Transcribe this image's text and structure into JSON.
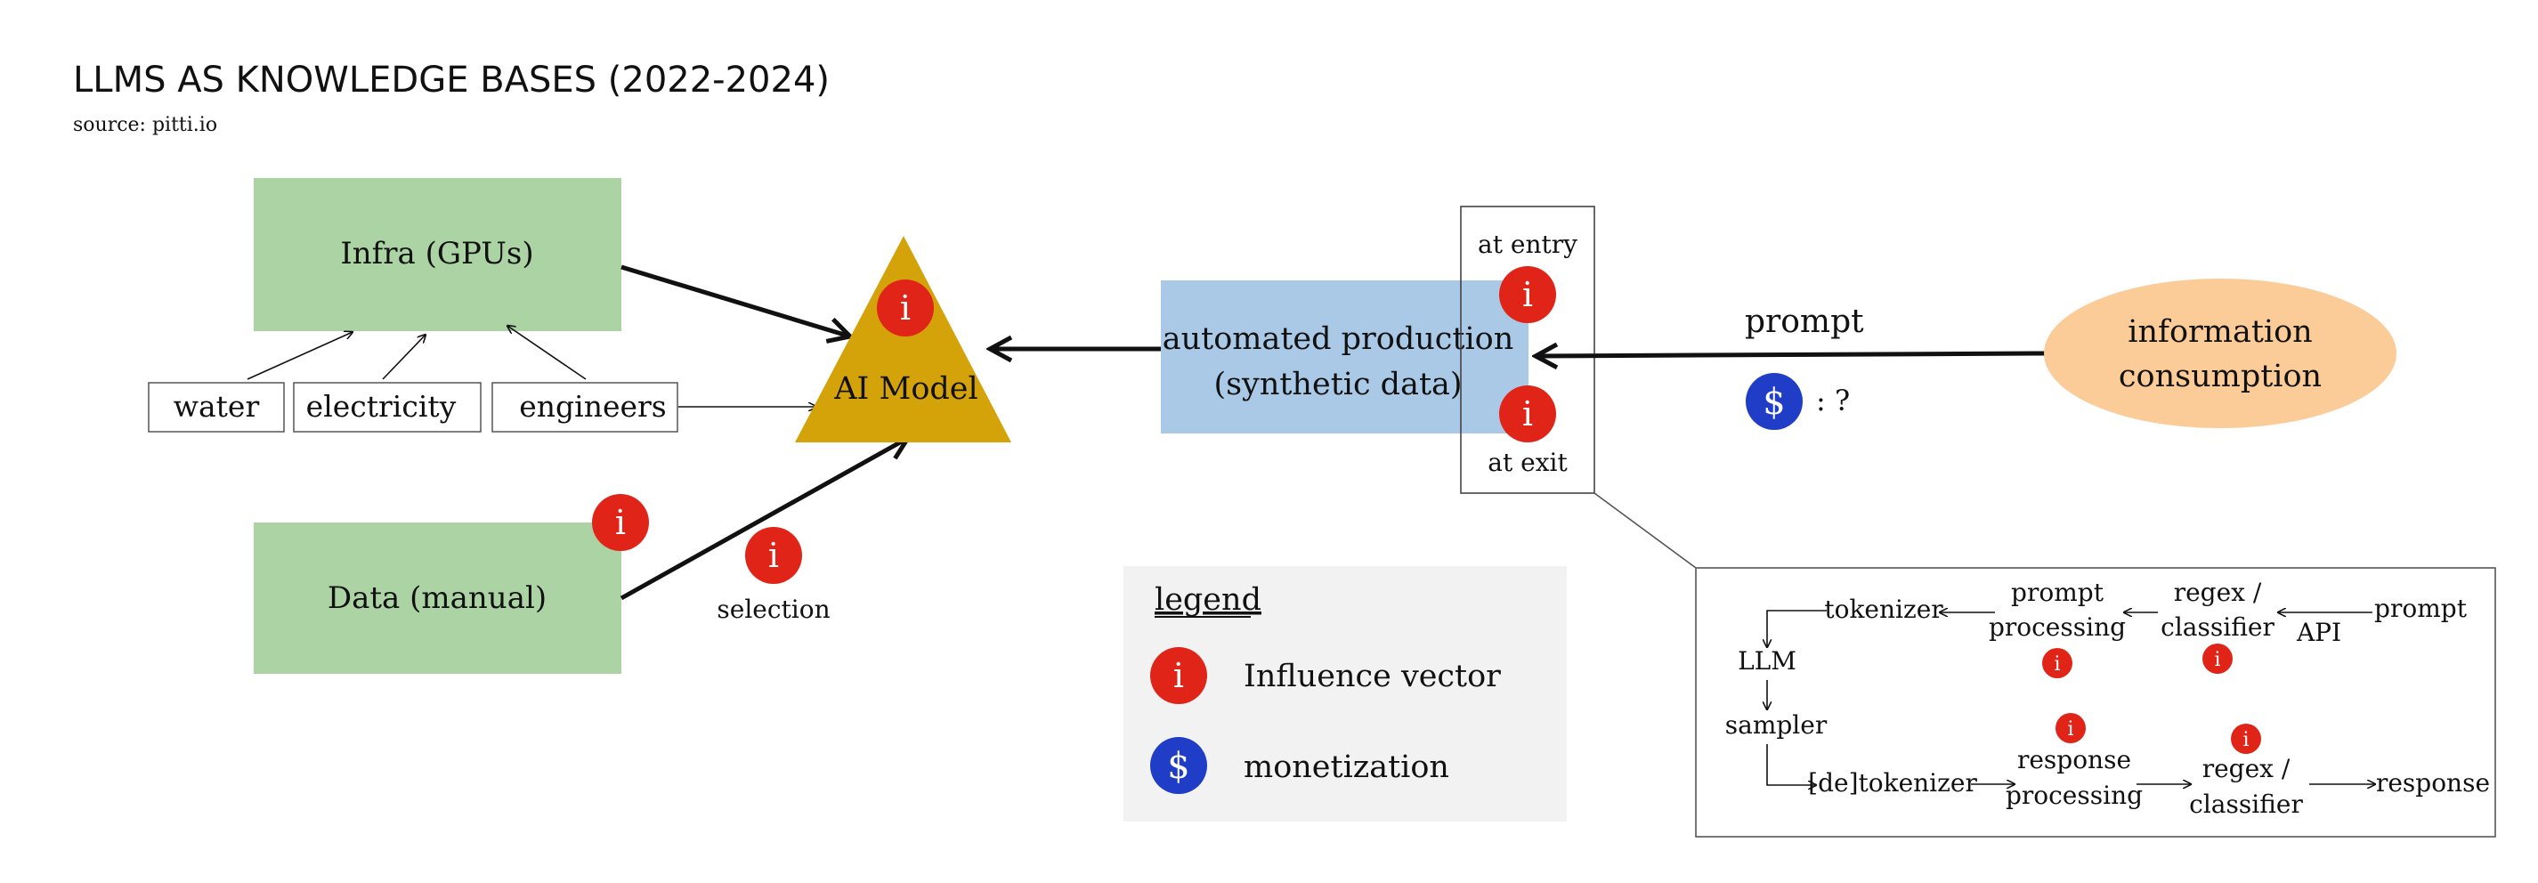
{
  "title": "LLMS AS KNOWLEDGE BASES (2022-2024)",
  "source": "source: pitti.io",
  "nodes": {
    "infra": "Infra (GPUs)",
    "water": "water",
    "electricity": "electricity",
    "engineers": "engineers",
    "data": "Data (manual)",
    "selection": "selection",
    "ai_model": "AI Model",
    "automated_line1": "automated production",
    "automated_line2": "(synthetic data)",
    "at_entry": "at entry",
    "at_exit": "at exit",
    "prompt": "prompt",
    "monetization_value": ": ?",
    "consumption_line1": "information",
    "consumption_line2": "consumption"
  },
  "legend": {
    "title": "legend",
    "influence": "Influence vector",
    "monetization": "monetization"
  },
  "detail": {
    "tokenizer": "tokenizer",
    "prompt_processing_1": "prompt",
    "prompt_processing_2": "processing",
    "regex_in_1": "regex /",
    "regex_in_2": "classifier",
    "api": "API",
    "prompt": "prompt",
    "llm": "LLM",
    "sampler": "sampler",
    "detokenizer": "[de]tokenizer",
    "response_processing_1": "response",
    "response_processing_2": "processing",
    "regex_out_1": "regex /",
    "regex_out_2": "classifier",
    "response": "response"
  },
  "icons": {
    "influence_glyph": "i",
    "money_glyph": "$",
    "influence_color": "#e02418",
    "money_color": "#1f3dc7"
  },
  "colors": {
    "infra_fill": "#acd3a4",
    "data_fill": "#acd3a4",
    "ai_model_fill": "#d4a30a",
    "automated_fill": "#a9c9e6",
    "consumption_fill": "#fbcb98",
    "legend_fill": "#f2f2f2"
  }
}
